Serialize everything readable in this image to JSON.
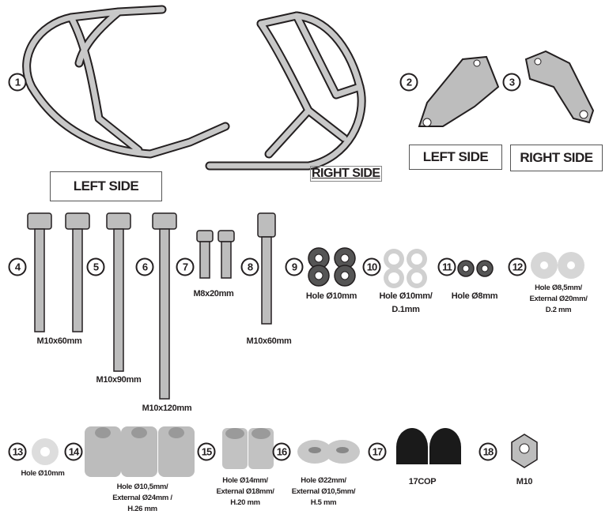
{
  "parts": [
    {
      "num": "1"
    },
    {
      "num": "2"
    },
    {
      "num": "3"
    },
    {
      "num": "4"
    },
    {
      "num": "5"
    },
    {
      "num": "6"
    },
    {
      "num": "7"
    },
    {
      "num": "8"
    },
    {
      "num": "9"
    },
    {
      "num": "10"
    },
    {
      "num": "11"
    },
    {
      "num": "12"
    },
    {
      "num": "13"
    },
    {
      "num": "14"
    },
    {
      "num": "15"
    },
    {
      "num": "16"
    },
    {
      "num": "17"
    },
    {
      "num": "18"
    }
  ],
  "labels": {
    "left_side_guard": "LEFT SIDE",
    "right_side_guard": "RIGHT SIDE",
    "left_side_bracket": "LEFT SIDE",
    "right_side_bracket": "RIGHT SIDE",
    "p4": "M10x60mm",
    "p5": "M10x90mm",
    "p6": "M10x120mm",
    "p7": "M8x20mm",
    "p8": "M10x60mm",
    "p9": "Hole Ø10mm",
    "p10": [
      "Hole Ø10mm/",
      "D.1mm"
    ],
    "p11": "Hole Ø8mm",
    "p12": [
      "Hole Ø8,5mm/",
      "External Ø20mm/",
      "D.2 mm"
    ],
    "p13": "Hole Ø10mm",
    "p14": [
      "Hole Ø10,5mm/",
      "External Ø24mm /",
      "H.26 mm"
    ],
    "p15": [
      "Hole Ø14mm/",
      "External Ø18mm/",
      "H.20 mm"
    ],
    "p16": [
      "Hole Ø22mm/",
      "External Ø10,5mm/",
      "H.5 mm"
    ],
    "p17": "17COP",
    "p18": "M10"
  },
  "colors": {
    "ink": "#231f20",
    "metal": "#b8b8b8",
    "washer": "#d6d6d6",
    "cap": "#1a1a1a"
  }
}
